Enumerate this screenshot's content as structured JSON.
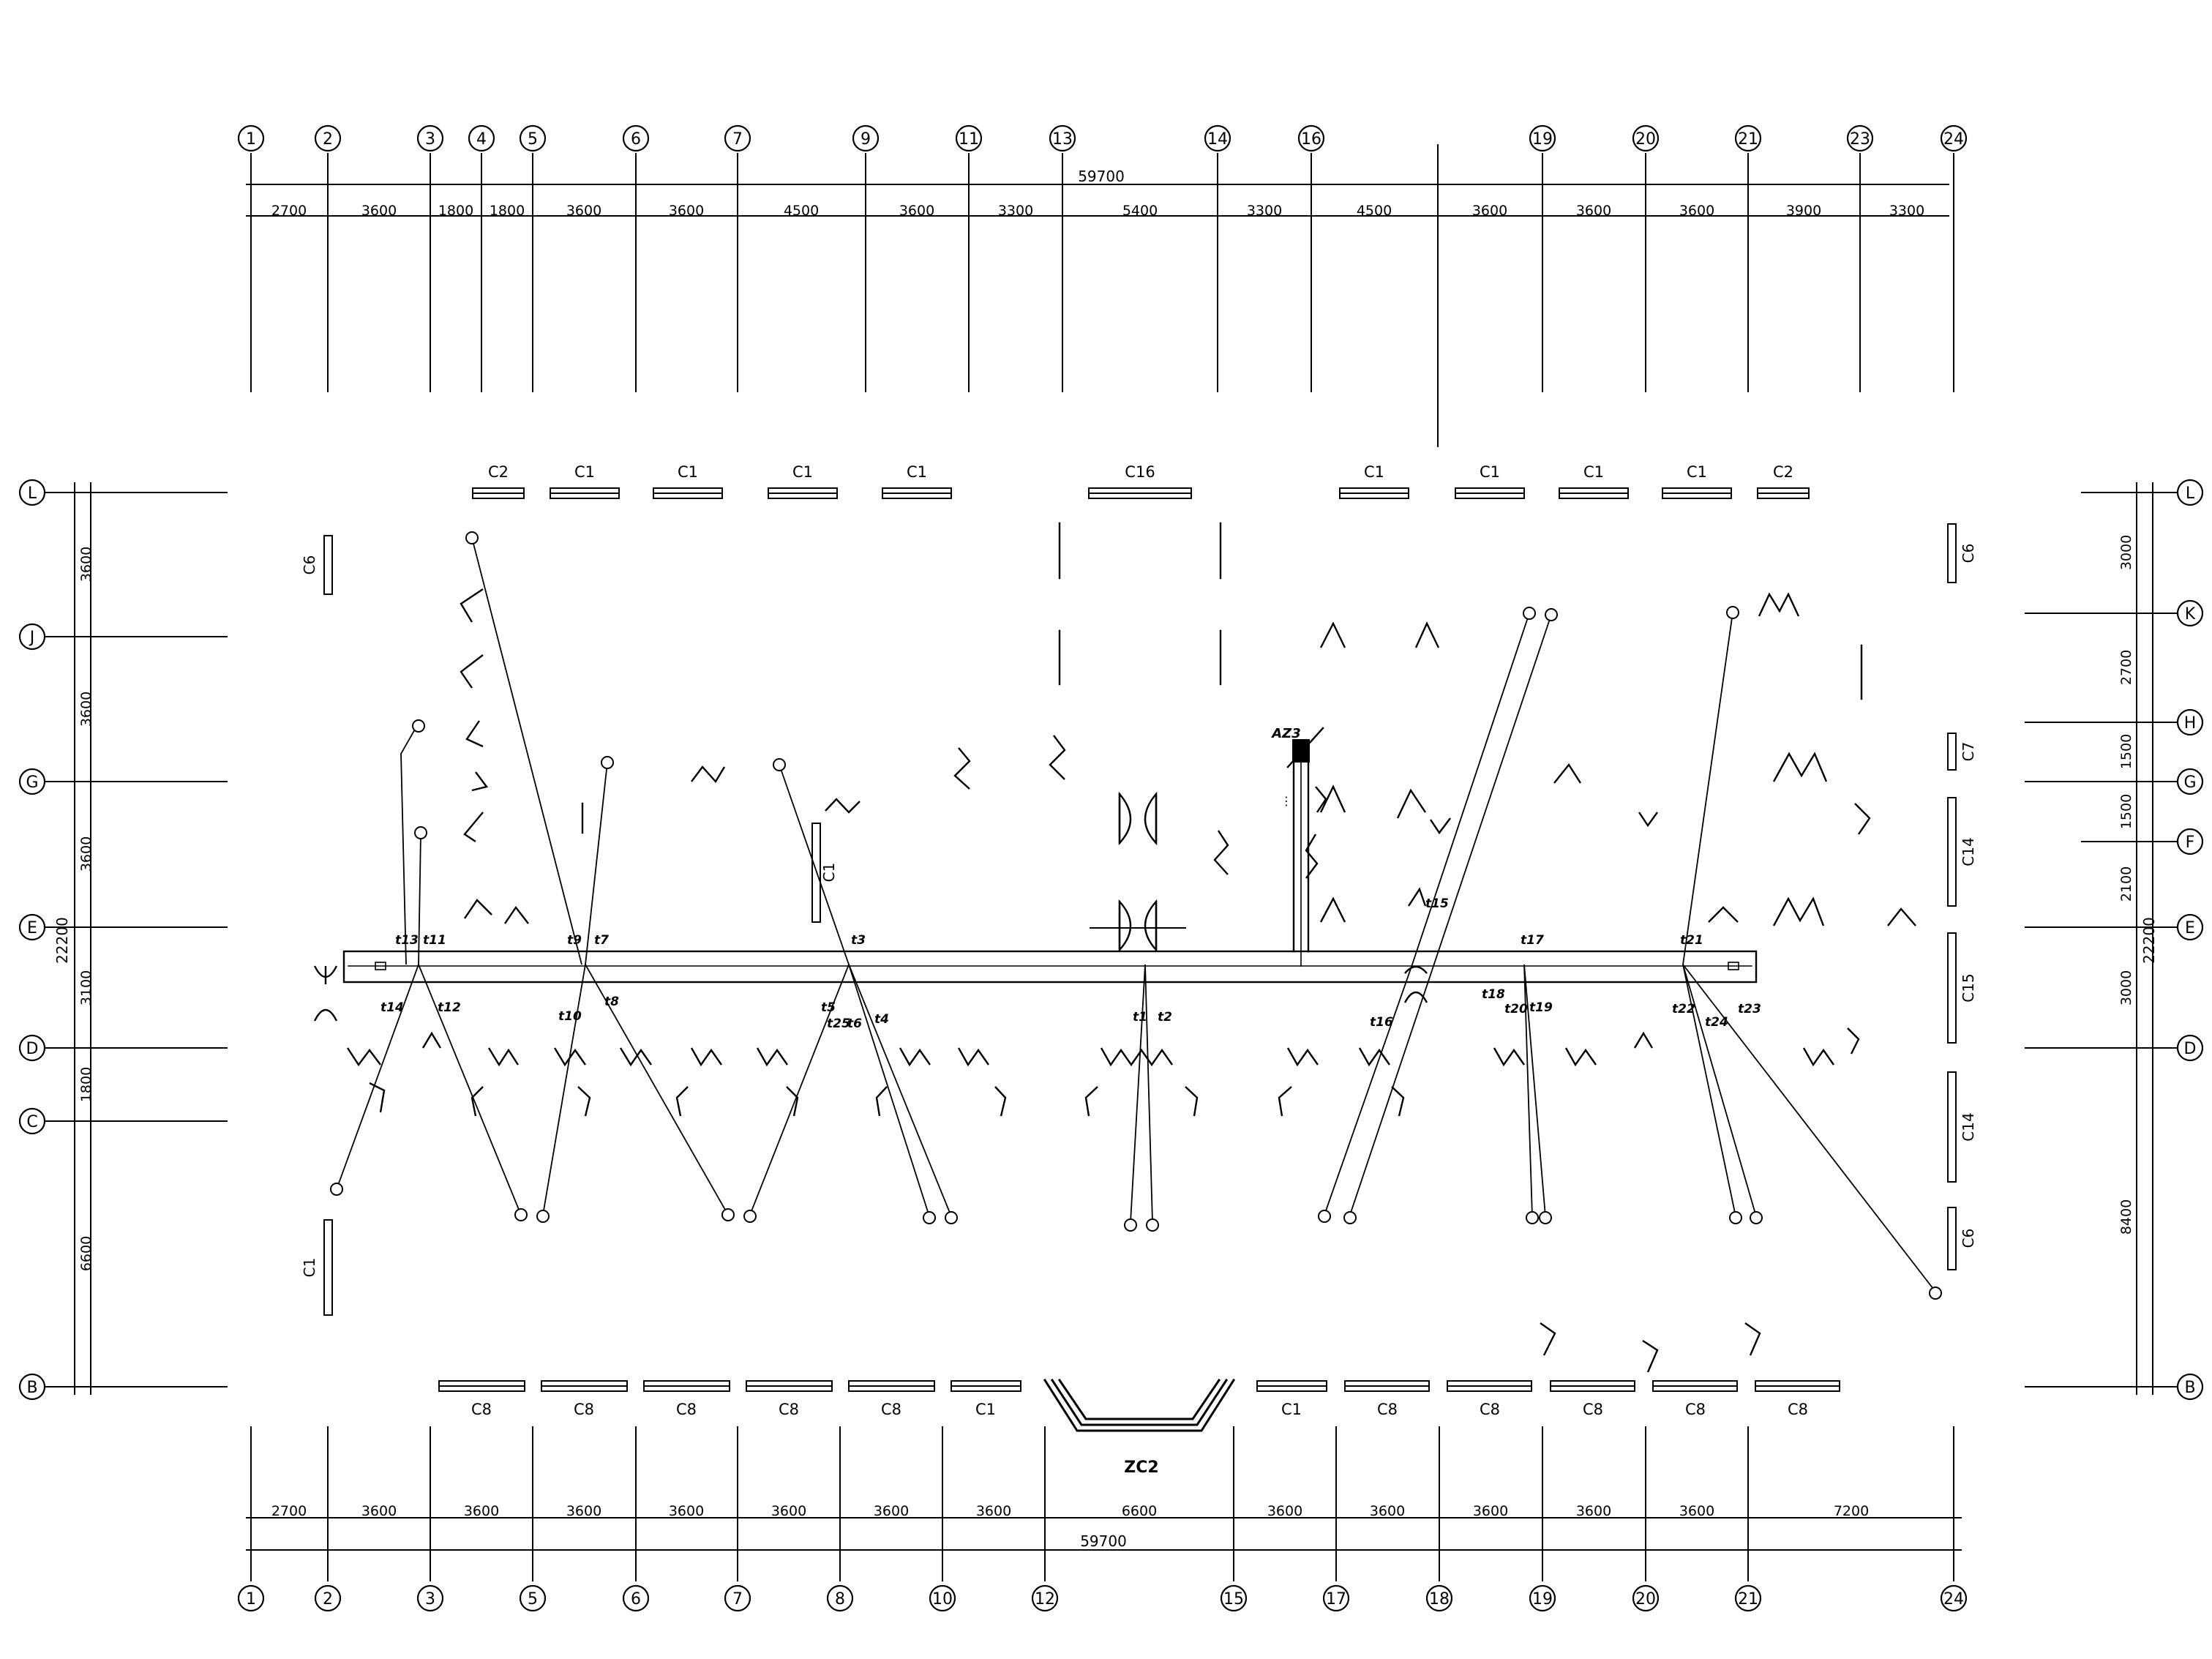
{
  "axes": {
    "top": [
      "1",
      "2",
      "3",
      "4",
      "5",
      "6",
      "7",
      "9",
      "11",
      "13",
      "14",
      "16",
      "19",
      "20",
      "21",
      "23",
      "24"
    ],
    "bottom": [
      "1",
      "2",
      "3",
      "5",
      "6",
      "7",
      "8",
      "10",
      "12",
      "15",
      "17",
      "18",
      "19",
      "20",
      "21",
      "24"
    ],
    "left": [
      "L",
      "J",
      "G",
      "E",
      "D",
      "C",
      "B"
    ],
    "right": [
      "L",
      "K",
      "H",
      "G",
      "F",
      "E",
      "D",
      "B"
    ]
  },
  "dimensions": {
    "top_total": "59700",
    "top_spans": [
      "2700",
      "3600",
      "1800",
      "1800",
      "3600",
      "3600",
      "4500",
      "3600",
      "3300",
      "5400",
      "3300",
      "4500",
      "3600",
      "3600",
      "3600",
      "3900",
      "3300"
    ],
    "bottom_total": "59700",
    "bottom_spans": [
      "2700",
      "3600",
      "3600",
      "3600",
      "3600",
      "3600",
      "3600",
      "3600",
      "6600",
      "3600",
      "3600",
      "3600",
      "3600",
      "3600",
      "7200"
    ],
    "left_total": "22200",
    "left_spans": [
      "3600",
      "3600",
      "3600",
      "3100",
      "1800",
      "6600"
    ],
    "right_total": "22200",
    "right_spans": [
      "3000",
      "2700",
      "1500",
      "1500",
      "2100",
      "3000",
      "8400"
    ]
  },
  "windows": {
    "north": [
      "C2",
      "C1",
      "C1",
      "C1",
      "C1",
      "C16",
      "C1",
      "C1",
      "C1",
      "C1",
      "C2"
    ],
    "south_left": [
      "C8",
      "C8",
      "C8",
      "C8",
      "C8",
      "C1"
    ],
    "south_right": [
      "C1",
      "C8",
      "C8",
      "C8",
      "C8",
      "C8"
    ],
    "bay": "ZC2",
    "west": [
      "C6",
      "C1"
    ],
    "east": [
      "C6",
      "C7",
      "C14",
      "C15",
      "C14",
      "C6"
    ],
    "interior": "C1"
  },
  "panel": "AZ3",
  "circuit_tags": [
    "t13",
    "t11",
    "t9",
    "t7",
    "t3",
    "t1",
    "t2",
    "t14",
    "t12",
    "t10",
    "t8",
    "t6",
    "t5",
    "t4",
    "t15",
    "t16",
    "t17",
    "t18",
    "t19",
    "t20",
    "t21",
    "t22",
    "t23",
    "t24",
    "t25"
  ]
}
